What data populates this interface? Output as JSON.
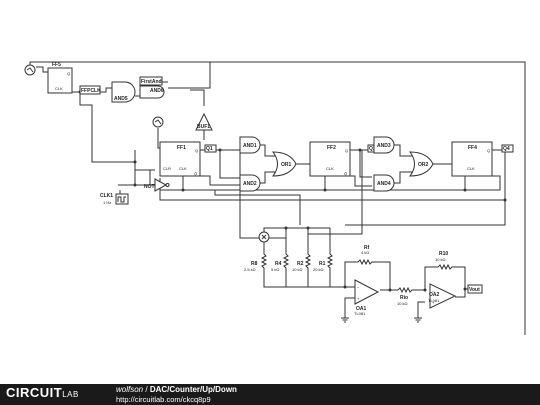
{
  "schematic": {
    "components": {
      "ff5": "FF5",
      "ff1": "FF1",
      "ff2": "FF2",
      "ff4": "FF4",
      "ffpclk": "FFPCLK",
      "firstand": "FirstAnd",
      "and5": "AND5",
      "and6": "AND6",
      "and1": "AND1",
      "and2": "AND2",
      "and3": "AND3",
      "and4": "AND4",
      "or1": "OR1",
      "or2": "OR2",
      "buf1": "BUF1",
      "not": "NOT",
      "q1": "Q1",
      "q2": "Q2",
      "q4": "Q4",
      "clk1_name": "CLK1",
      "clk1_freq": "1 Hz",
      "r8_name": "R8",
      "r8_value": "2.5 kΩ",
      "r4_name": "R4",
      "r4_value": "5 kΩ",
      "r2_name": "R2",
      "r2_value": "10 kΩ",
      "r1_name": "R1",
      "r1_value": "20 kΩ",
      "rf_name": "Rf",
      "rf_value": "4 kΩ",
      "r10_name": "R10",
      "r10_value": "10 kΩ",
      "rio_name": "Rio",
      "rio_value": "10 kΩ",
      "oa1_name": "OA1",
      "oa1_part": "TL081",
      "oa2_name": "OA2",
      "oa2_part": "TL081",
      "vout": "Vout",
      "pin_clr": "CLR",
      "pin_clk": "CLK",
      "pin_q": "Q",
      "pin_qbar": "Q̄"
    }
  },
  "footer": {
    "logo": "CIRCUIT",
    "logo_sub": "LAB",
    "author": "wolfson",
    "title": "DAC/Counter/Up/Down",
    "separator": "/",
    "url": "http://circuitlab.com/ckcq8p9"
  }
}
